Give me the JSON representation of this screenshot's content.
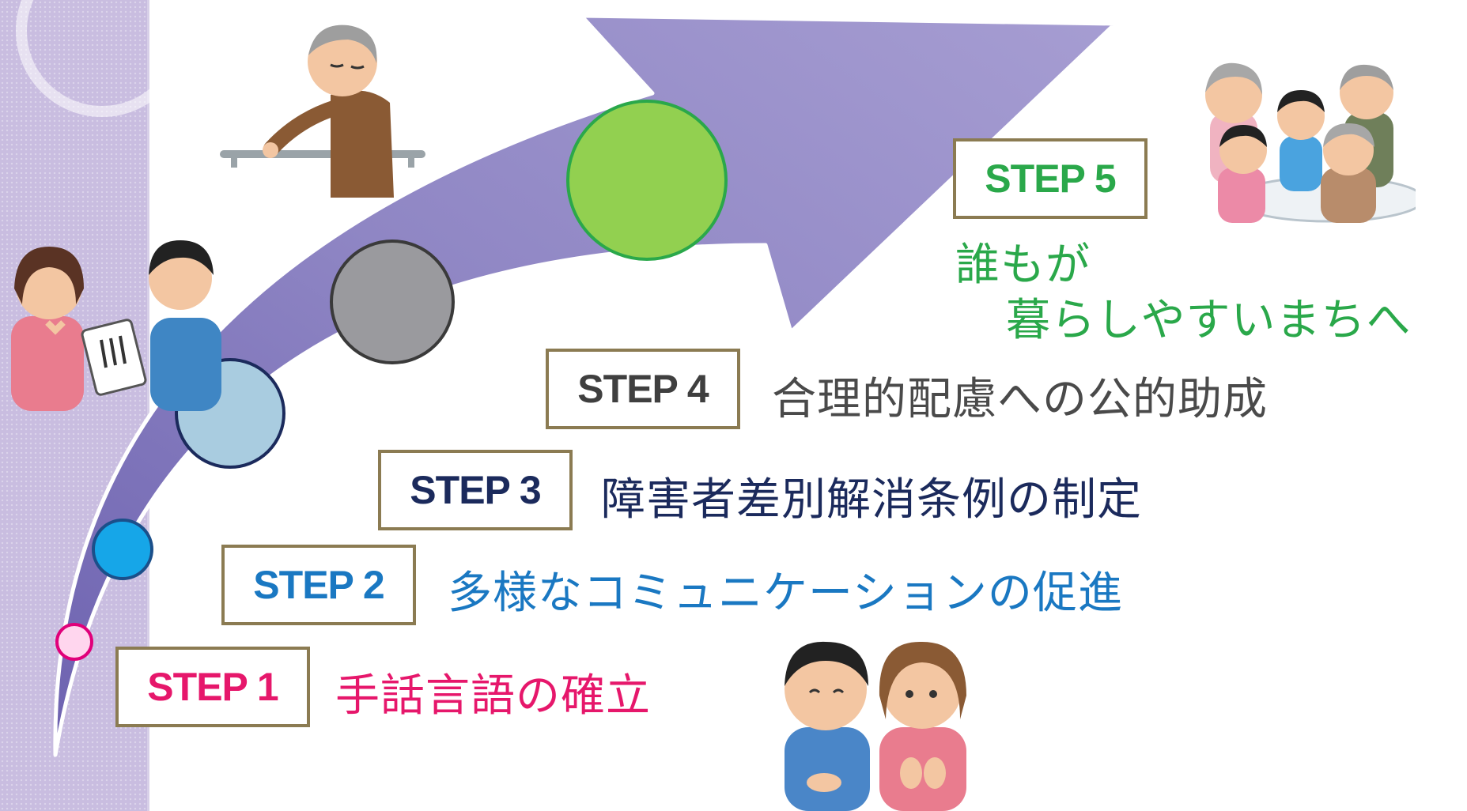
{
  "colors": {
    "arrow": "#8f86c4",
    "frame": "#8b7b52",
    "step1": "#e6176b",
    "step2": "#1a78c2",
    "step3": "#1b2a5c",
    "step4": "#3f3f3f",
    "step5": "#2aa84a"
  },
  "milestones": [
    {
      "name": "step1-dot",
      "fill": "#ffd6ee",
      "stroke": "#e0007a"
    },
    {
      "name": "step2-dot",
      "fill": "#16a6e8",
      "stroke": "#1b4f8a"
    },
    {
      "name": "step3-dot",
      "fill": "#a9cce0",
      "stroke": "#1b2a5c"
    },
    {
      "name": "step4-dot",
      "fill": "#9a9a9e",
      "stroke": "#3a3a3a"
    },
    {
      "name": "step5-dot",
      "fill": "#92d050",
      "stroke": "#2aa84a"
    }
  ],
  "steps": [
    {
      "label": "STEP 1",
      "text": "手話言語の確立"
    },
    {
      "label": "STEP 2",
      "text": "多様なコミュニケーションの促進"
    },
    {
      "label": "STEP 3",
      "text": "障害者差別解消条例の制定"
    },
    {
      "label": "STEP 4",
      "text": "合理的配慮への公的助成"
    },
    {
      "label": "STEP 5",
      "text_line1": "誰もが",
      "text_line2": "暮らしやすいまちへ"
    }
  ],
  "illustrations": [
    "elderly-man-with-handrail-icon",
    "family-at-table-icon",
    "writing-conversation-pair-icon",
    "sign-language-pair-icon"
  ]
}
